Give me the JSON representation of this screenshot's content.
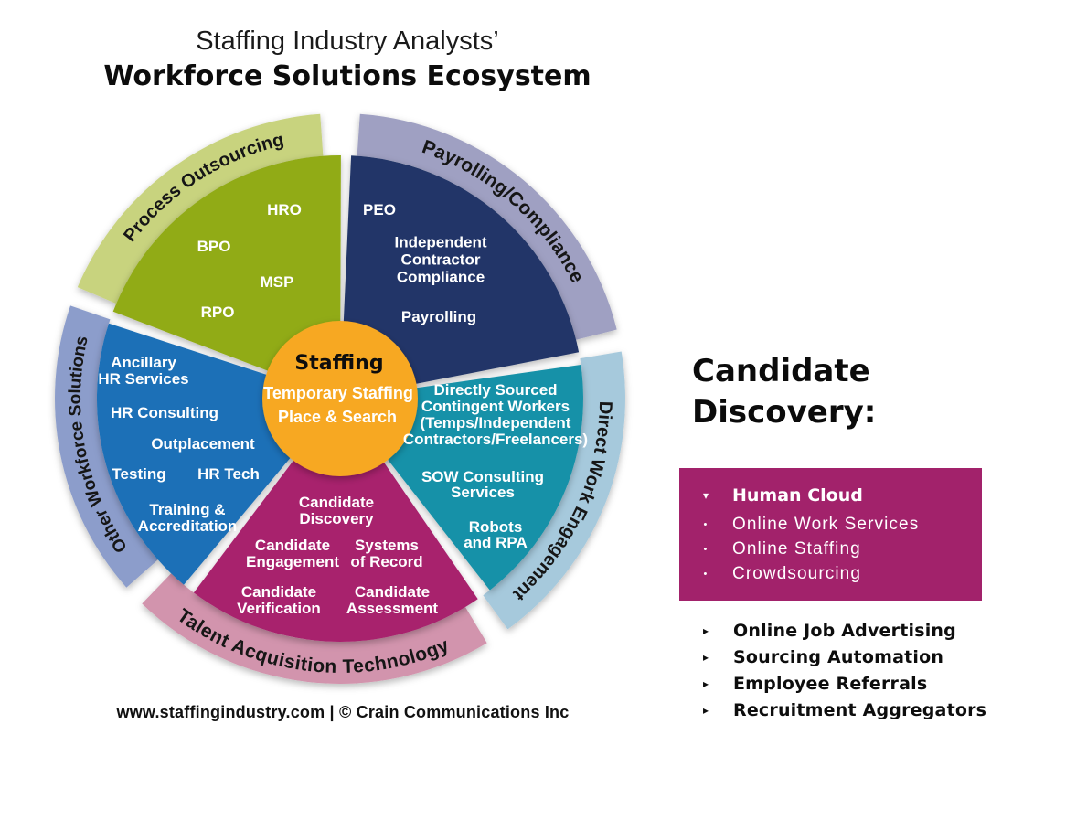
{
  "title": {
    "line1": "Staffing Industry Analysts’",
    "line2": "Workforce Solutions Ecosystem"
  },
  "wheel": {
    "center": {
      "title": "Staffing",
      "sub1": "Temporary Staffing",
      "sub2": "Place & Search"
    },
    "process": {
      "arc_label": "Process Outsourcing",
      "hro": "HRO",
      "bpo": "BPO",
      "msp": "MSP",
      "rpo": "RPO"
    },
    "payrolling": {
      "arc_label": "Payrolling/Compliance",
      "peo": "PEO",
      "icc1": "Independent",
      "icc2": "Contractor",
      "icc3": "Compliance",
      "pay": "Payrolling"
    },
    "direct": {
      "arc_label": "Direct Work Engagement",
      "ds1": "Directly Sourced",
      "ds2": "Contingent Workers",
      "ds3": "(Temps/Independent",
      "ds4": "Contractors/Freelancers)",
      "sow1": "SOW Consulting",
      "sow2": "Services",
      "rob1": "Robots",
      "rob2": "and RPA"
    },
    "talent": {
      "arc_label": "Talent Acquisition Technology",
      "cd1": "Candidate",
      "cd2": "Discovery",
      "ce1": "Candidate",
      "ce2": "Engagement",
      "sr1": "Systems",
      "sr2": "of Record",
      "cv1": "Candidate",
      "cv2": "Verification",
      "ca1": "Candidate",
      "ca2": "Assessment"
    },
    "other": {
      "arc_label": "Other Workforce Solutions",
      "anc1": "Ancillary",
      "anc2": "HR Services",
      "hrc": "HR Consulting",
      "out": "Outplacement",
      "tst": "Testing",
      "hrt": "HR Tech",
      "tra1": "Training &",
      "tra2": "Accreditation"
    }
  },
  "panel": {
    "heading1": "Candidate",
    "heading2": "Discovery:",
    "box": {
      "header_bullet": "▾",
      "header": "Human Cloud",
      "item_bullet": "•",
      "item1": "Online Work Services",
      "item2": "Online Staffing",
      "item3": "Crowdsourcing"
    },
    "list_bullet": "▸",
    "list1": "Online Job Advertising",
    "list2": "Sourcing Automation",
    "list3": "Employee Referrals",
    "list4": "Recruitment Aggregators"
  },
  "footer": "www.staffingindustry.com | © Crain Communications Inc",
  "colors": {
    "green": "#91AB17",
    "green_band": "#C8D37E",
    "navy": "#203668",
    "navy_band": "#9FA0C2",
    "teal": "#1591A8",
    "teal_band": "#A6C9DC",
    "magenta": "#A8216D",
    "magenta_band": "#D294AD",
    "blue": "#1C6FB7",
    "blue_band": "#8C9DCB",
    "orange": "#F7A823",
    "box_bg": "#A2226B"
  }
}
